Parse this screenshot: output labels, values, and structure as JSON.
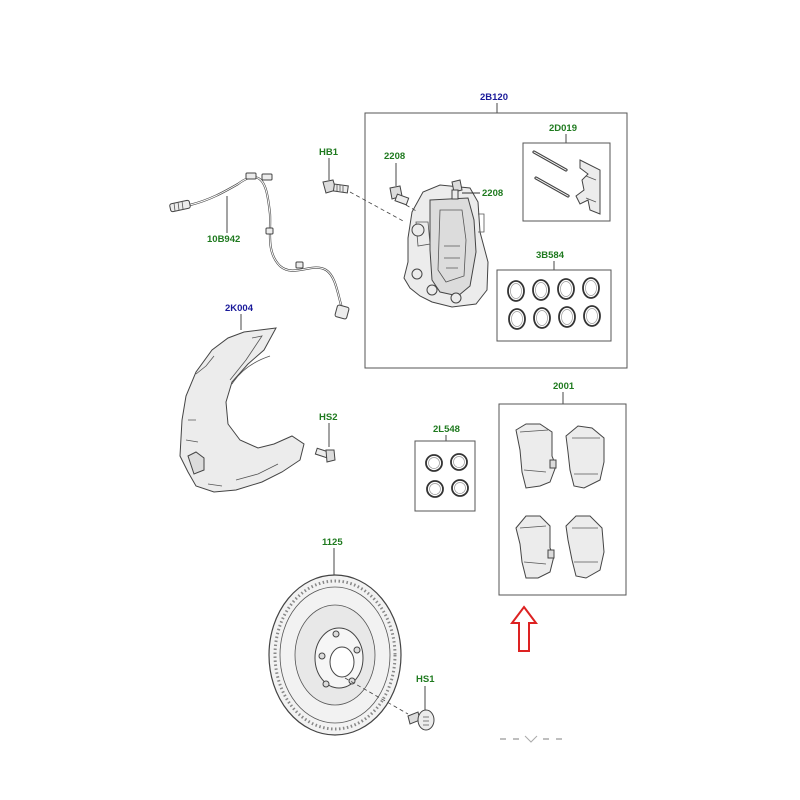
{
  "colors": {
    "assembly_label": "#1a1a9a",
    "component_label": "#1f7a1f",
    "arrow": "#dd2222"
  },
  "labels": {
    "caliper_assembly": "2B120",
    "pin_kit": "2D019",
    "bolt_caliper_left": "2208",
    "bolt_caliper_right": "2208",
    "seal_kit_large": "3B584",
    "hub_bolt_1": "HB1",
    "wear_sensor": "10B942",
    "splash_shield": "2K004",
    "shield_screw": "HS2",
    "seal_kit_small": "2L548",
    "brake_pads": "2001",
    "brake_disc": "1125",
    "disc_screw": "HS1"
  },
  "icons": {
    "highlight_arrow": "up-arrow-icon"
  }
}
